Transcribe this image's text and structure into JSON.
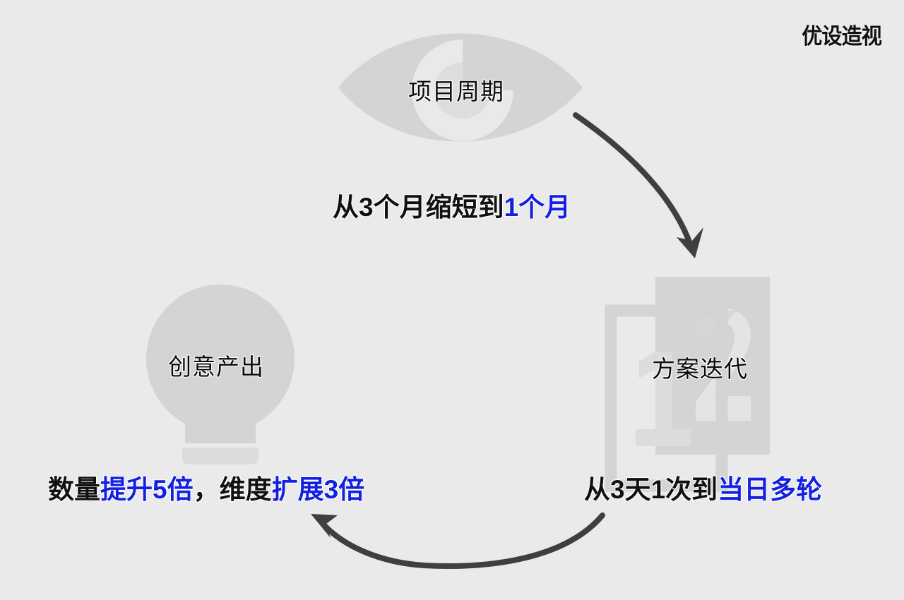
{
  "page": {
    "background_color": "#eaeaea",
    "icon_color": "#d4d4d4",
    "icon_color_light": "#e3e3e3",
    "accent_color": "#1420e0",
    "arrow_color": "#3f3f3f",
    "text_color": "#111111"
  },
  "logo": {
    "text": "优设造视"
  },
  "nodes": [
    {
      "id": "cycle",
      "label": "项目周期",
      "icon": "eye-icon"
    },
    {
      "id": "iterate",
      "label": "方案迭代",
      "icon": "document-iteration-icon",
      "icon_numbers": [
        "1",
        "2"
      ]
    },
    {
      "id": "output",
      "label": "创意产出",
      "icon": "lightbulb-icon"
    }
  ],
  "captions": {
    "top": {
      "plain_1": "从3个月缩短到",
      "highlight_1": "1个月"
    },
    "right": {
      "plain_1": "从3天1次到",
      "highlight_1": "当日多轮"
    },
    "left": {
      "plain_1": "数量",
      "highlight_1": "提升5倍",
      "plain_2": "，",
      "plain_3": "维度",
      "highlight_2": "扩展3倍"
    }
  },
  "arrows": [
    {
      "id": "cycle-to-iterate",
      "direction": "down-right",
      "name": "arrow-cycle-to-iterate"
    },
    {
      "id": "iterate-to-output",
      "direction": "left",
      "name": "arrow-iterate-to-output"
    }
  ]
}
